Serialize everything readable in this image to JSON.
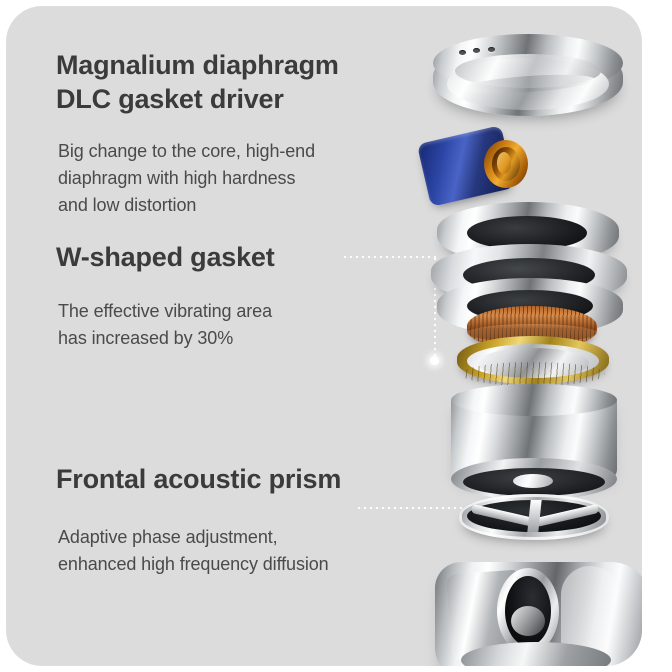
{
  "card": {
    "background_color": "#dcdcdc",
    "page_background_color": "#ffffff"
  },
  "features": [
    {
      "id": "magnalium-diaphragm",
      "heading": "Magnalium diaphragm\nDLC gasket driver",
      "body": "Big change to the core, high-end\ndiaphragm with high hardness\nand low distortion"
    },
    {
      "id": "w-shaped-gasket",
      "heading": "W-shaped gasket",
      "body": "The effective vibrating area\nhas increased by 30%"
    },
    {
      "id": "frontal-acoustic-prism",
      "heading": "Frontal acoustic prism",
      "body": "Adaptive phase adjustment,\nenhanced high frequency diffusion"
    }
  ],
  "colors": {
    "heading": "#3b3b3b",
    "body": "#4a4a4a",
    "leader_line": "#ffffff",
    "connector_blue": "#2c46a6",
    "orange_ring": "#d4760e",
    "copper_coil": "#a85c2a",
    "gold_ring": "#c9a227",
    "chrome": "#c9ccce"
  },
  "exploded_view": {
    "label": "exploded earphone driver assembly",
    "parts": [
      "top-cap-plate",
      "vent-holes",
      "blue-connector",
      "orange-ring",
      "gasket-ring-stack",
      "copper-voice-coil",
      "gold-ring",
      "magnet-chamber-cylinder",
      "acoustic-prism-grille",
      "nozzle-shell"
    ]
  }
}
